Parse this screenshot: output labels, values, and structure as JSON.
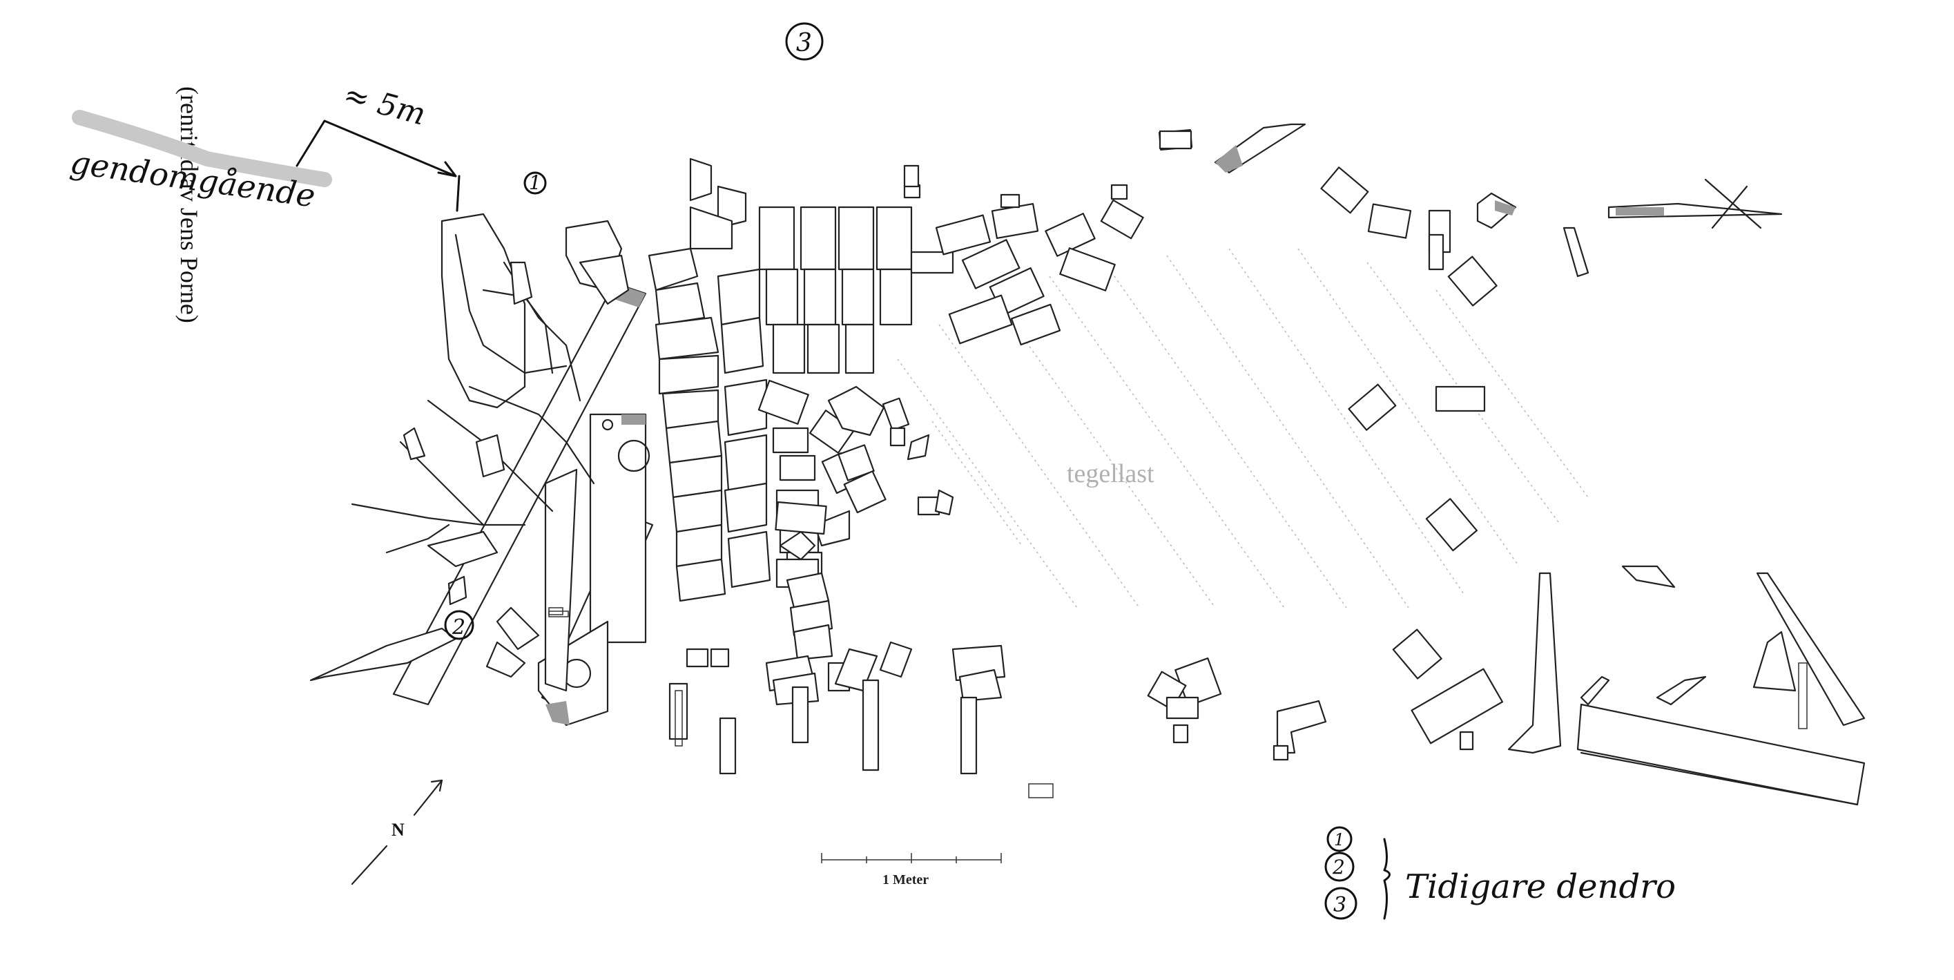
{
  "drawing": {
    "top_number": "3",
    "credit_label": "(renritad av Jens Porne)",
    "handwritten_gendomgaende": "gendomgående",
    "distance_note": "≈ 5m",
    "center_label": "tegellast",
    "north_label": "N",
    "scale_label": "1 Meter",
    "marker_1": "1",
    "marker_2": "2",
    "legend": {
      "items": [
        "1",
        "2",
        "3"
      ],
      "label": "Tidigare dendro"
    },
    "colors": {
      "ink": "#222222",
      "shading": "#9a9a9a",
      "hatch": "#bdbdbd",
      "tegellast_text": "#b0b0b0"
    }
  }
}
